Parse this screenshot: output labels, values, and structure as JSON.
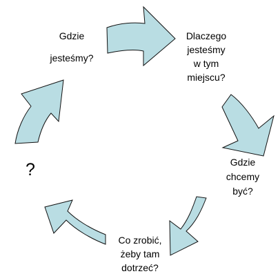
{
  "colors": {
    "arrow_fill": "#b9dde3",
    "arrow_stroke": "#111111",
    "text": "#000000",
    "background": "#ffffff"
  },
  "cycle": {
    "steps": [
      {
        "lines": [
          "Gdzie",
          "jesteśmy?"
        ]
      },
      {
        "lines": [
          "Dlaczego",
          "jesteśmy",
          "w tym",
          "miejscu?"
        ]
      },
      {
        "lines": [
          "Gdzie",
          "chcemy",
          "być?"
        ]
      },
      {
        "lines": [
          "Co zrobić,",
          "żeby tam",
          "dotrzeć?"
        ]
      }
    ],
    "unknown_mark": "?"
  }
}
